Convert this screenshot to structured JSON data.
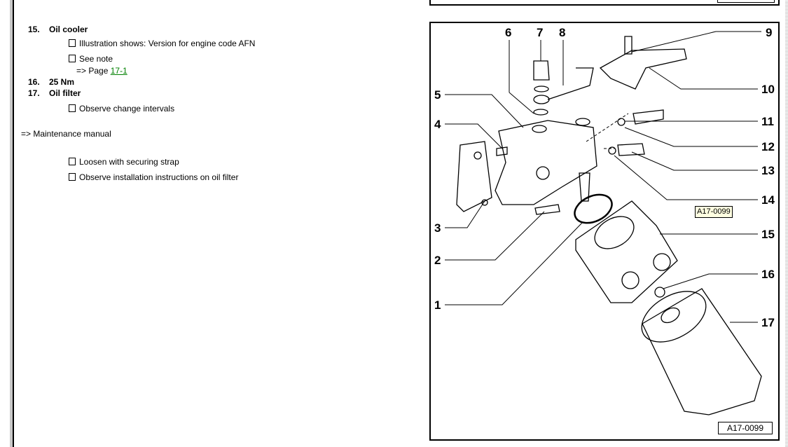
{
  "items": [
    {
      "num": "15.",
      "title": "Oil cooler",
      "notes": [
        "Illustration shows: Version for engine code AFN",
        "See note"
      ],
      "ref_prefix": "=> Page ",
      "ref_link": "17-1"
    },
    {
      "num": "16.",
      "title": "25 Nm"
    },
    {
      "num": "17.",
      "title": "Oil filter",
      "notes": [
        "Observe change intervals"
      ]
    }
  ],
  "maintenance_ref": "=> Maintenance manual",
  "extra_notes": [
    "Loosen with securing strap",
    "Observe installation instructions on oil filter"
  ],
  "figure": {
    "id": "A17-0099",
    "tooltip": "A17-0099",
    "callouts": [
      "1",
      "2",
      "3",
      "4",
      "5",
      "6",
      "7",
      "8",
      "9",
      "10",
      "11",
      "12",
      "13",
      "14",
      "15",
      "16",
      "17"
    ]
  }
}
